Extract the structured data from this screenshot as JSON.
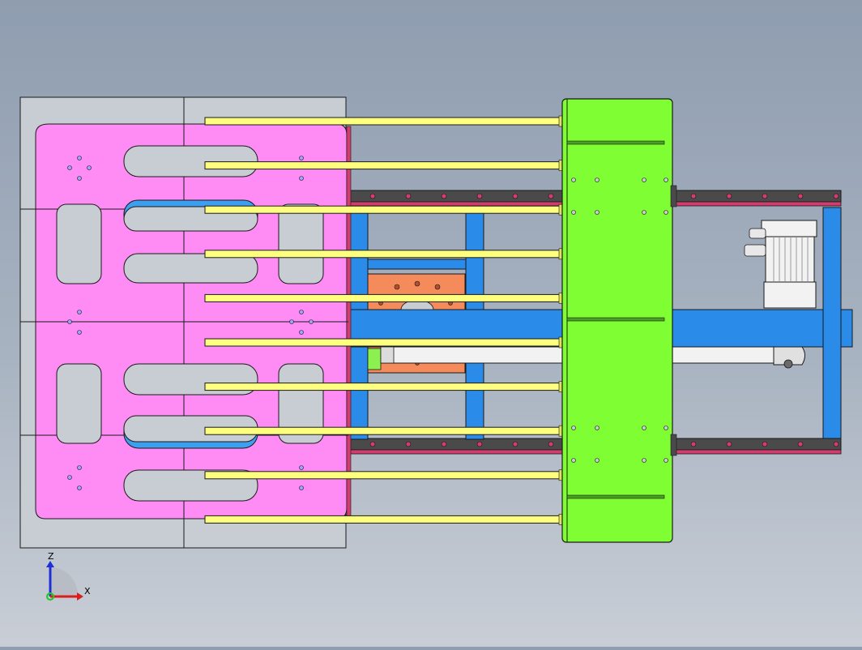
{
  "viewport": {
    "background_top": "#8f9db0",
    "background_bottom": "#c9ced6"
  },
  "colors": {
    "plate": "#c8ccd3",
    "pallet": "#ff8cf5",
    "slot": "#c8ccd3",
    "slot_blue": "#3c9ff0",
    "fork": "#ffff7f",
    "carriage": "#7fff33",
    "rail": "#4a4a4a",
    "rail_edge": "#d23c6e",
    "frame_blue": "#2a8be8",
    "orange": "#f58a5a",
    "motor": "#f2f2f2",
    "edge": "#1a1a1a"
  },
  "triad": {
    "z_label": "Z",
    "x_label": "X",
    "z_color": "#1e2fd8",
    "x_color": "#d81e1e",
    "y_color": "#1ec81e"
  },
  "parts": {
    "fork_count": 10,
    "rail_count": 2
  }
}
